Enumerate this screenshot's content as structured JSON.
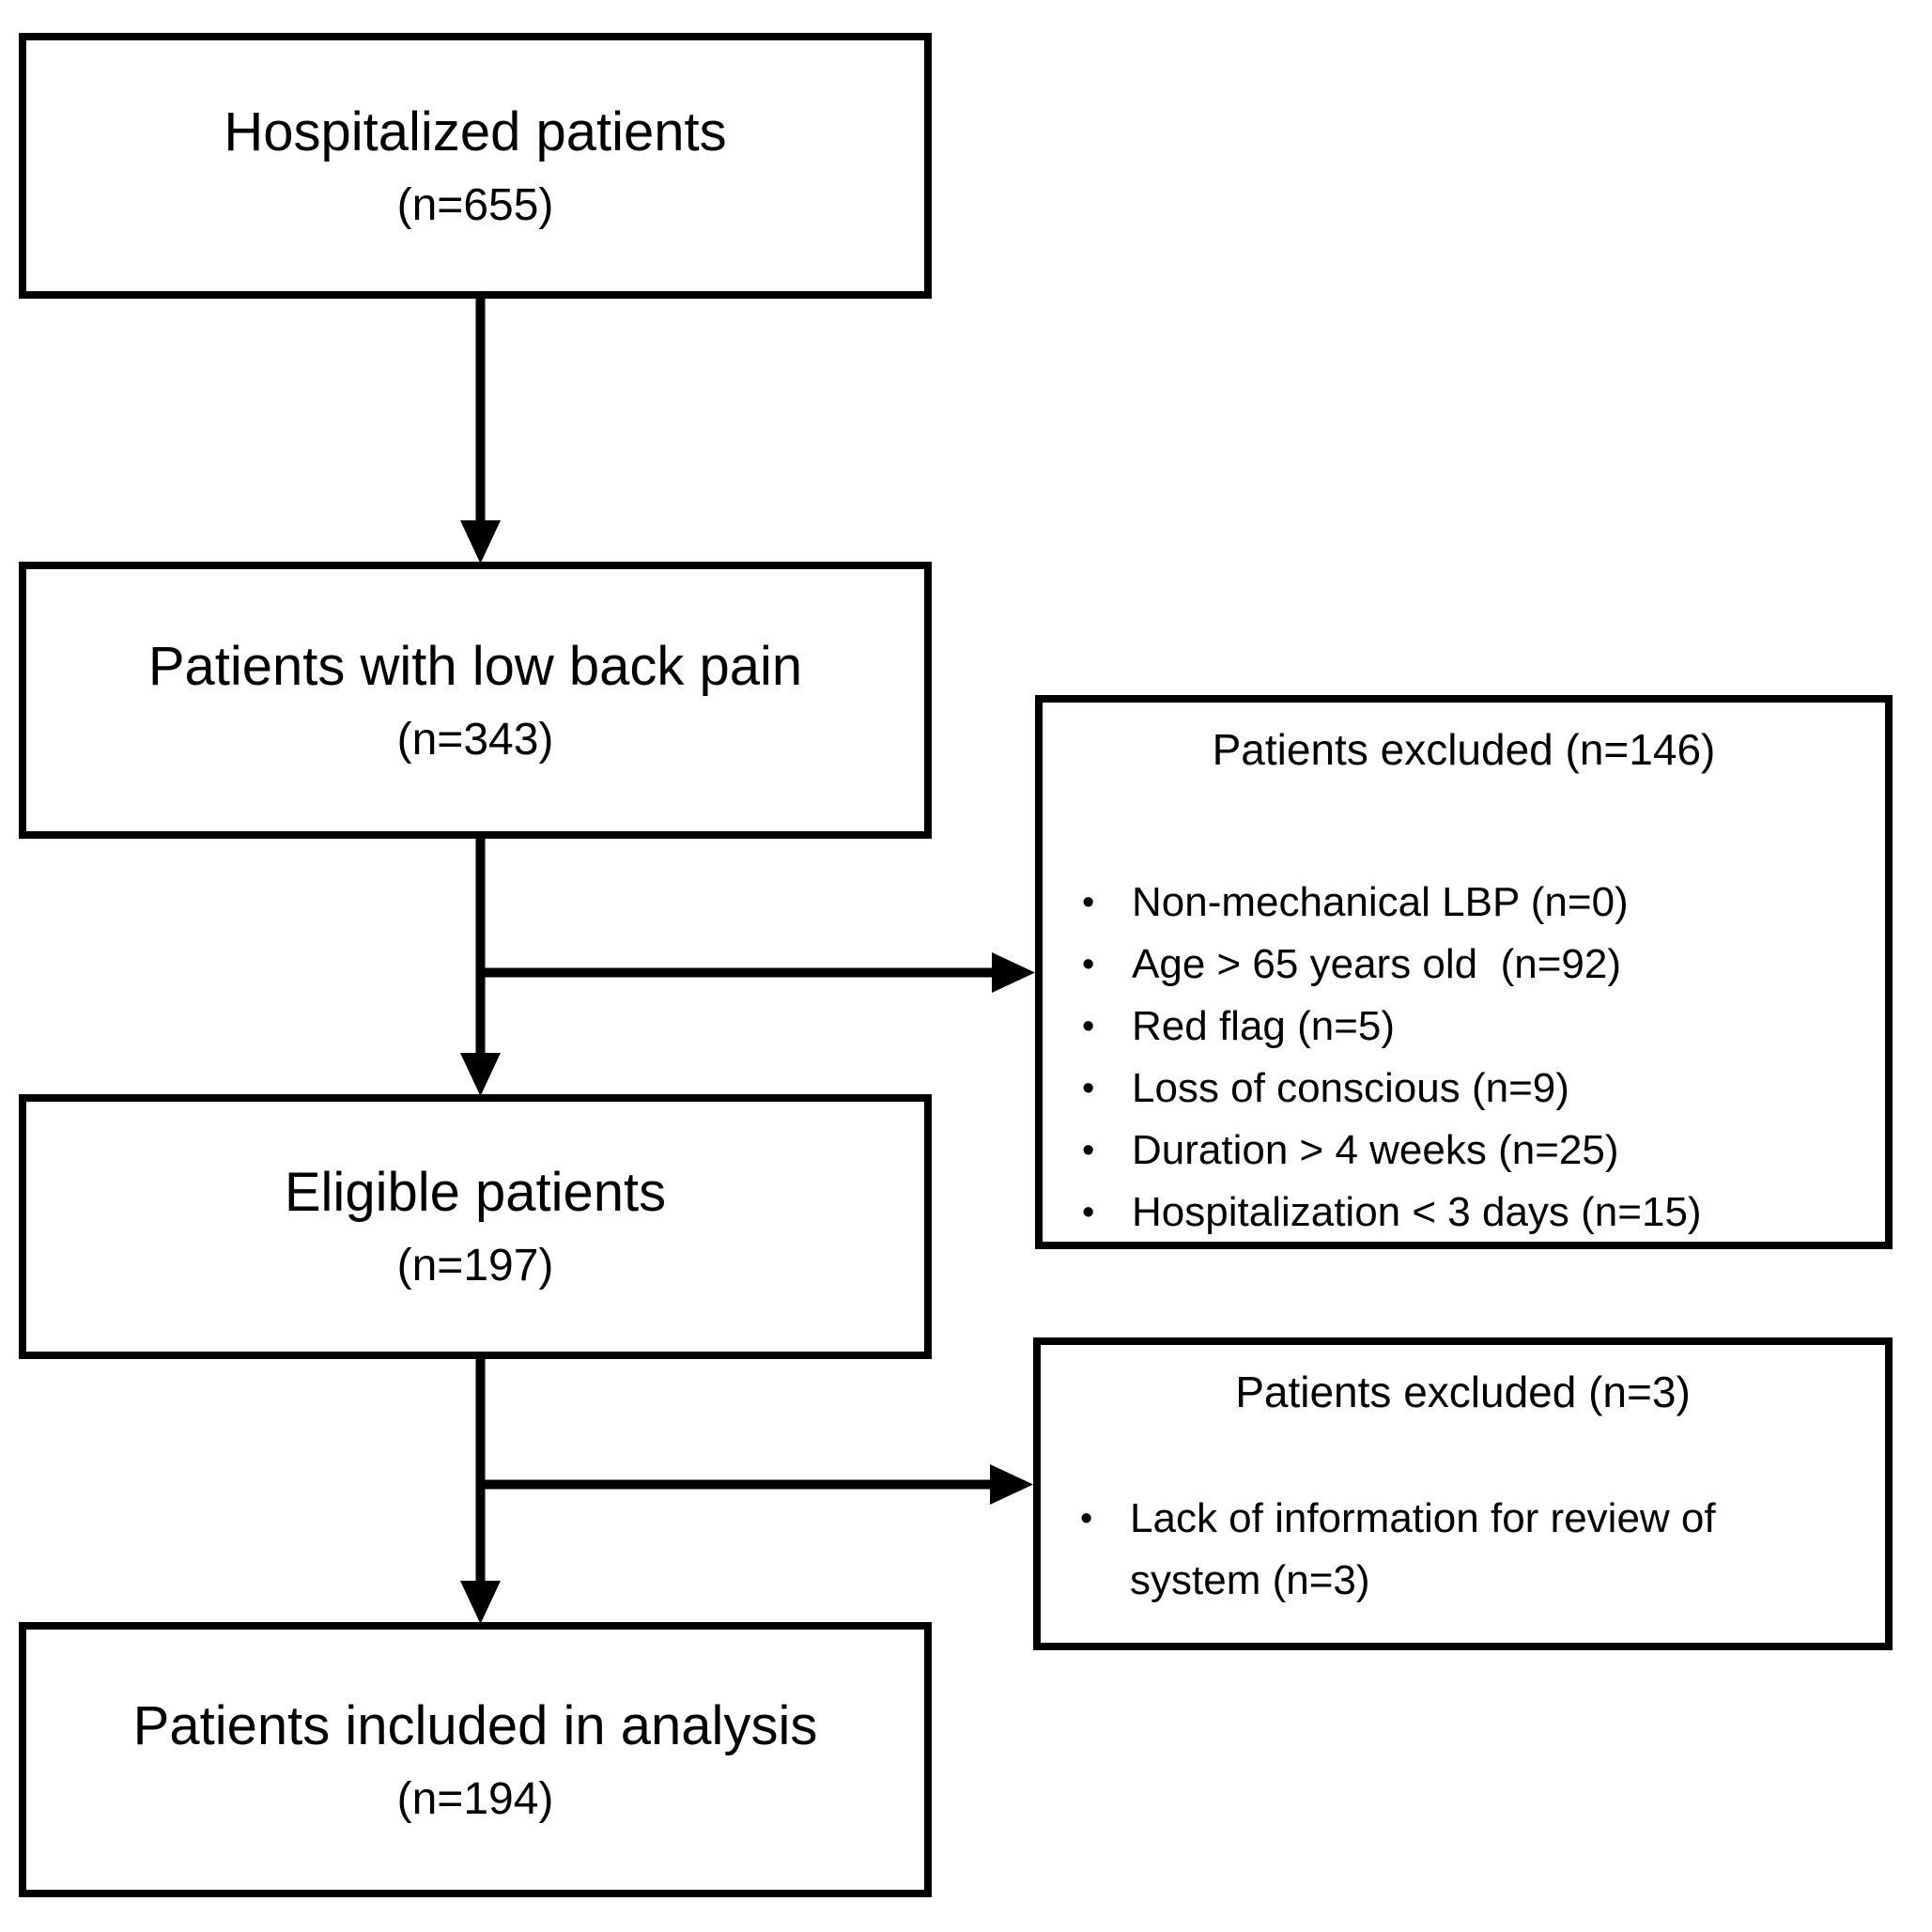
{
  "flowchart": {
    "background_color": "#ffffff",
    "line_color": "#000000",
    "text_color": "#000000",
    "bullet_glyph": "•",
    "main_boxes": [
      {
        "label": "Hospitalized patients",
        "count": "(n=655)"
      },
      {
        "label": "Patients with low back pain",
        "count": "(n=343)"
      },
      {
        "label": "Eligible patients",
        "count": "(n=197)"
      },
      {
        "label": "Patients included in analysis",
        "count": "(n=194)"
      }
    ],
    "exclusion_boxes": [
      {
        "title": "Patients excluded (n=146)",
        "items": [
          "Non-mechanical LBP (n=0)",
          "Age > 65 years old  (n=92)",
          "Red flag (n=5)",
          "Loss of conscious (n=9)",
          "Duration > 4 weeks (n=25)",
          "Hospitalization < 3 days (n=15)"
        ]
      },
      {
        "title": "Patients excluded (n=3)",
        "items": [
          "Lack of information for review of system (n=3)"
        ]
      }
    ]
  }
}
